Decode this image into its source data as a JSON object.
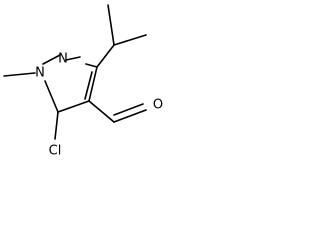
{
  "molecule": {
    "atoms": {
      "n2": "N",
      "n1": "N",
      "cl": "Cl",
      "o": "O"
    },
    "colors": {
      "bond": "#000000",
      "label": "#000000",
      "background": "#ffffff"
    }
  }
}
